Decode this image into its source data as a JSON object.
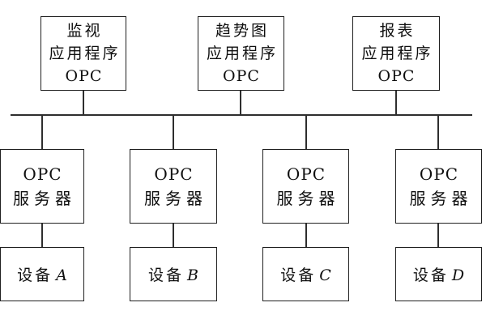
{
  "diagram": {
    "app_boxes": [
      {
        "lines": [
          "监视",
          "应用程序",
          "OPC"
        ]
      },
      {
        "lines": [
          "趋势图",
          "应用程序",
          "OPC"
        ]
      },
      {
        "lines": [
          "报表",
          "应用程序",
          "OPC"
        ]
      }
    ],
    "server_boxes": [
      {
        "lines": [
          "OPC",
          "服务器"
        ]
      },
      {
        "lines": [
          "OPC",
          "服务器"
        ]
      },
      {
        "lines": [
          "OPC",
          "服务器"
        ]
      },
      {
        "lines": [
          "OPC",
          "服务器"
        ]
      }
    ],
    "device_boxes": [
      {
        "label": "设备",
        "id": "A"
      },
      {
        "label": "设备",
        "id": "B"
      },
      {
        "label": "设备",
        "id": "C"
      },
      {
        "label": "设备",
        "id": "D"
      }
    ],
    "colors": {
      "background": "#ffffff",
      "border": "#1f1f1f",
      "line": "#2e2e2e",
      "text": "#0f0f0f"
    }
  }
}
